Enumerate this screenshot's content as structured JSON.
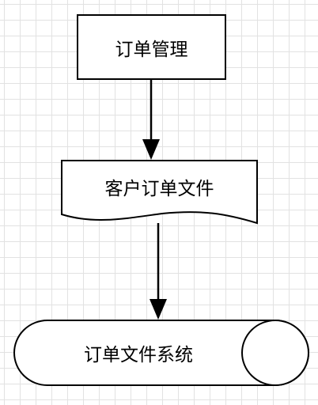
{
  "diagram": {
    "nodes": {
      "order_management": {
        "label": "订单管理",
        "shape": "process-rectangle"
      },
      "customer_order_file": {
        "label": "客户订单文件",
        "shape": "document"
      },
      "order_file_system": {
        "label": "订单文件系统",
        "shape": "direct-access-storage"
      }
    },
    "edges": [
      {
        "from": "order_management",
        "to": "customer_order_file"
      },
      {
        "from": "customer_order_file",
        "to": "order_file_system"
      }
    ],
    "colors": {
      "grid": "#e2e2e2",
      "stroke": "#000000",
      "fill": "#ffffff"
    }
  }
}
